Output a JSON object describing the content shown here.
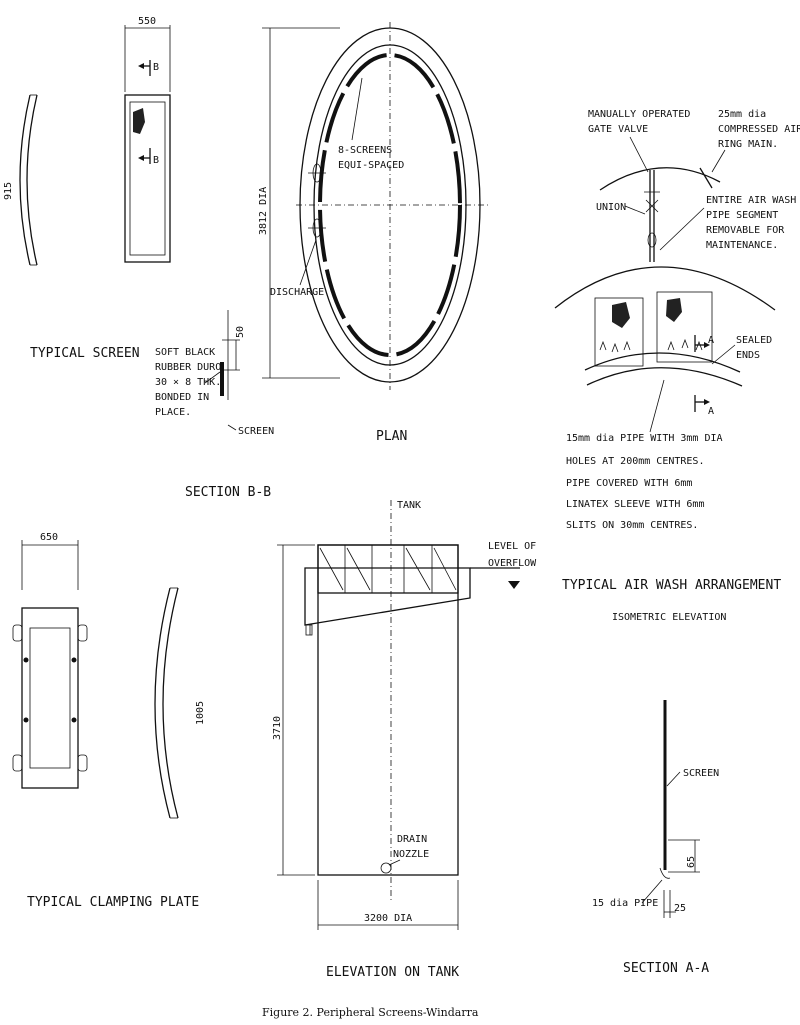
{
  "figure": {
    "caption": "Figure 2.   Peripheral Screens-Windarra"
  },
  "typical_screen": {
    "title": "TYPICAL SCREEN",
    "dim_width": "550",
    "dim_arc": "915",
    "section_marker": "B"
  },
  "section_bb": {
    "title": "SECTION B-B",
    "dim_height": "50",
    "note_lines": [
      "SOFT BLACK",
      "RUBBER DURO",
      "30 × 8 THK.",
      "BONDED IN",
      "PLACE."
    ],
    "screen_label": "SCREEN"
  },
  "plan": {
    "title": "PLAN",
    "dim_dia": "3812 DIA",
    "screens_note_lines": [
      "8-SCREENS",
      "EQUI-SPACED"
    ],
    "discharge_label": "DISCHARGE"
  },
  "air_wash": {
    "title": "TYPICAL AIR WASH ARRANGEMENT",
    "subtitle": "ISOMETRIC  ELEVATION",
    "valve_lines": [
      "MANUALLY OPERATED",
      "GATE VALVE"
    ],
    "ring_main_lines": [
      "25mm dia",
      "COMPRESSED AIR",
      "RING MAIN."
    ],
    "union_label": "UNION",
    "segment_lines": [
      "ENTIRE AIR WASH",
      "PIPE SEGMENT",
      "REMOVABLE FOR",
      "MAINTENANCE."
    ],
    "sealed_lines": [
      "SEALED",
      "ENDS"
    ],
    "section_marker": "A",
    "pipe_note_lines": [
      "15mm dia PIPE WITH 3mm DIA",
      "HOLES AT 200mm CENTRES.",
      "PIPE COVERED WITH 6mm",
      "LINATEX SLEEVE WITH 6mm",
      "SLITS ON 30mm CENTRES."
    ]
  },
  "clamping_plate": {
    "title": "TYPICAL CLAMPING PLATE",
    "dim_width": "650",
    "dim_arc": "1005"
  },
  "elevation": {
    "title": "ELEVATION ON TANK",
    "tank_label": "TANK",
    "overflow_lines": [
      "LEVEL OF",
      "OVERFLOW"
    ],
    "dim_height": "3710",
    "drain_lines": [
      "DRAIN",
      "NOZZLE"
    ],
    "dim_dia": "3200 DIA"
  },
  "section_aa": {
    "title": "SECTION A-A",
    "screen_label": "SCREEN",
    "dim_65": "65",
    "pipe_label": "15 dia PIPE",
    "dim_25": "25"
  }
}
